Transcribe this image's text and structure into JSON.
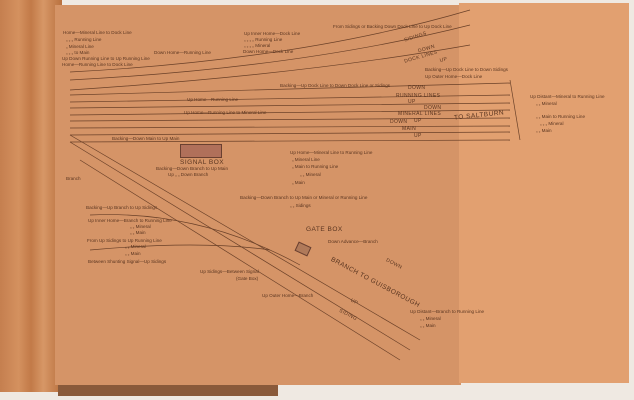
{
  "labels_top_left": [
    "Home—Mineral Line to Dock Line",
    "„ „ „ Running Line",
    "„ Mineral Line",
    "„ „ „ to Main",
    "Up Down Running Line to Up Running Line",
    "Home—Running Line to Dock Line"
  ],
  "labels_top": [
    "Down Home—Running Line",
    "Up Inner Home—Dock Line",
    "„ „ „ „ Running Line",
    "„ „ „ „ Mineral",
    "Down Home—Dock Line",
    "From Sidings or Backing Down Dock Line to Up Dock Line"
  ],
  "labels_mid": [
    "Backing—Up Dock Line to Down Dock Line or Sidings",
    "Up Home—Running Line",
    "Up Home—Running Line to Mineral Line",
    "Backing—Down Main to Up Main",
    "Backing—Up Dock Line to Down Sidings",
    "Up Outer Home—Dock Line"
  ],
  "track_labels": [
    "SIDINGS",
    "DOWN",
    "DOCK LINES",
    "UP",
    "DOWN",
    "RUNNING LINES",
    "UP",
    "DOWN",
    "MINERAL LINES",
    "DOWN",
    "UP",
    "TO SALTBURN",
    "MAIN",
    "UP"
  ],
  "right_labels": [
    "Up Distant—Mineral to Running Line",
    "„ „ Mineral",
    "„ „ Main to Running Line",
    "„ „ „ Mineral",
    "„ „ Main"
  ],
  "signal_box": {
    "title": "SIGNAL BOX",
    "l1": "Backing—Down Branch to Up Main",
    "l2": "Up „ „ Down Branch"
  },
  "center_labels": [
    "Up Home—Mineral Line to Running Line",
    "„ Mineral Line",
    "„ Main to Running Line",
    "„ „ Mineral",
    "„ Main",
    "Backing—Down Branch to Up Main or Mineral or Running Line",
    "„ „ Sidings"
  ],
  "branch_left": "Branch",
  "lower_left": [
    "Backing—Up Branch to Up Sidings",
    "Up Inner Home—Branch to Running Line",
    "„ „ Mineral",
    "„ „ Main",
    "From Up Sidings to Up Running Line",
    "„ „ Mineral",
    "„ „ Main",
    "Between Shunting Signal—Up Sidings"
  ],
  "gate_box": {
    "title": "GATE BOX",
    "l1": "Down Advance—Branch"
  },
  "branch_tracks": [
    "DOWN",
    "BRANCH TO GUISBOROUGH",
    "UP",
    "SIDING"
  ],
  "lower_center": [
    "Up Sidings—Between Signal",
    "(Gate Box)",
    "Up Outer Home—Branch"
  ],
  "lower_right": [
    "Up Distant—Branch to Running Line",
    "„ „ Mineral",
    "„ „ Main"
  ],
  "colors": {
    "paper": "#d59467",
    "ink": "#5a3520"
  }
}
